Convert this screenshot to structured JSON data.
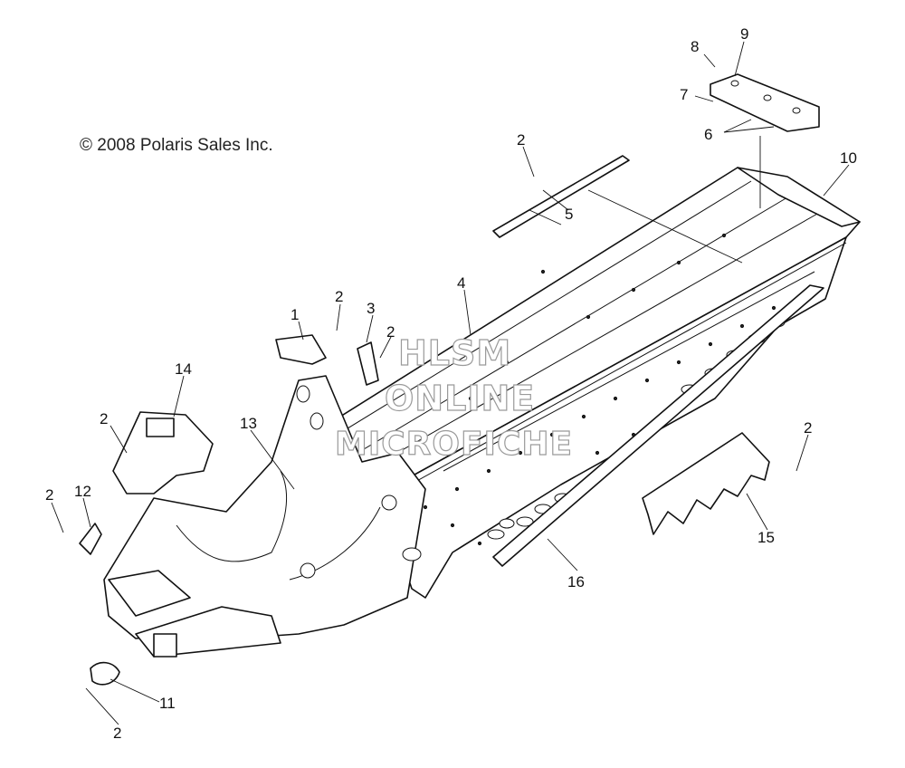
{
  "diagram": {
    "copyright": "© 2008 Polaris Sales Inc.",
    "watermark": {
      "line1": "HLSM",
      "line2": "ONLINE",
      "line3": "MICROFICHE"
    },
    "callouts": [
      {
        "id": "c1",
        "label": "1"
      },
      {
        "id": "c2a",
        "label": "2"
      },
      {
        "id": "c3",
        "label": "3"
      },
      {
        "id": "c2b",
        "label": "2"
      },
      {
        "id": "c4",
        "label": "4"
      },
      {
        "id": "c2c",
        "label": "2"
      },
      {
        "id": "c5",
        "label": "5"
      },
      {
        "id": "c6",
        "label": "6"
      },
      {
        "id": "c7",
        "label": "7"
      },
      {
        "id": "c8",
        "label": "8"
      },
      {
        "id": "c9",
        "label": "9"
      },
      {
        "id": "c10",
        "label": "10"
      },
      {
        "id": "c14",
        "label": "14"
      },
      {
        "id": "c2d",
        "label": "2"
      },
      {
        "id": "c13",
        "label": "13"
      },
      {
        "id": "c2e",
        "label": "2"
      },
      {
        "id": "c12",
        "label": "12"
      },
      {
        "id": "c2f",
        "label": "2"
      },
      {
        "id": "c15",
        "label": "15"
      },
      {
        "id": "c16",
        "label": "16"
      },
      {
        "id": "c11",
        "label": "11"
      },
      {
        "id": "c2g",
        "label": "2"
      }
    ]
  }
}
